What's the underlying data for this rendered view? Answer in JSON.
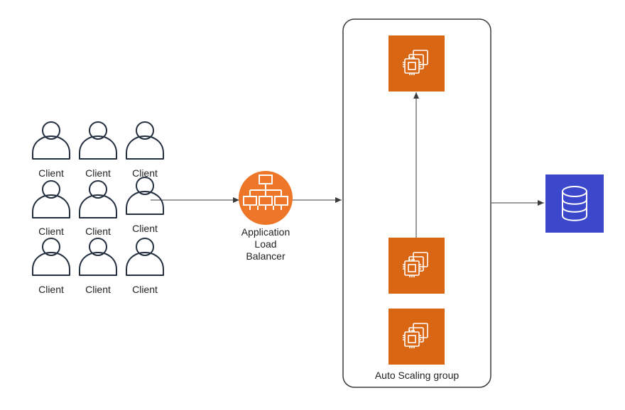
{
  "clients": [
    {
      "label": "Client"
    },
    {
      "label": "Client"
    },
    {
      "label": "Client"
    },
    {
      "label": "Client"
    },
    {
      "label": "Client"
    },
    {
      "label": "Client"
    },
    {
      "label": "Client"
    },
    {
      "label": "Client"
    },
    {
      "label": "Client"
    }
  ],
  "load_balancer": {
    "label_lines": [
      "Application",
      "Load",
      "Balancer"
    ],
    "icon": "load-balancer-icon"
  },
  "auto_scaling_group": {
    "label": "Auto Scaling group"
  },
  "instances": [
    {
      "icon": "ec2-instance-icon"
    },
    {
      "icon": "ec2-instance-icon"
    },
    {
      "icon": "ec2-instance-icon"
    }
  ],
  "database": {
    "icon": "database-icon"
  },
  "colors": {
    "compute": "#D86613",
    "load_balancer": "#ED7628",
    "database": "#3B48CC",
    "line": "#3b3b3b",
    "outline": "#232f3e"
  }
}
